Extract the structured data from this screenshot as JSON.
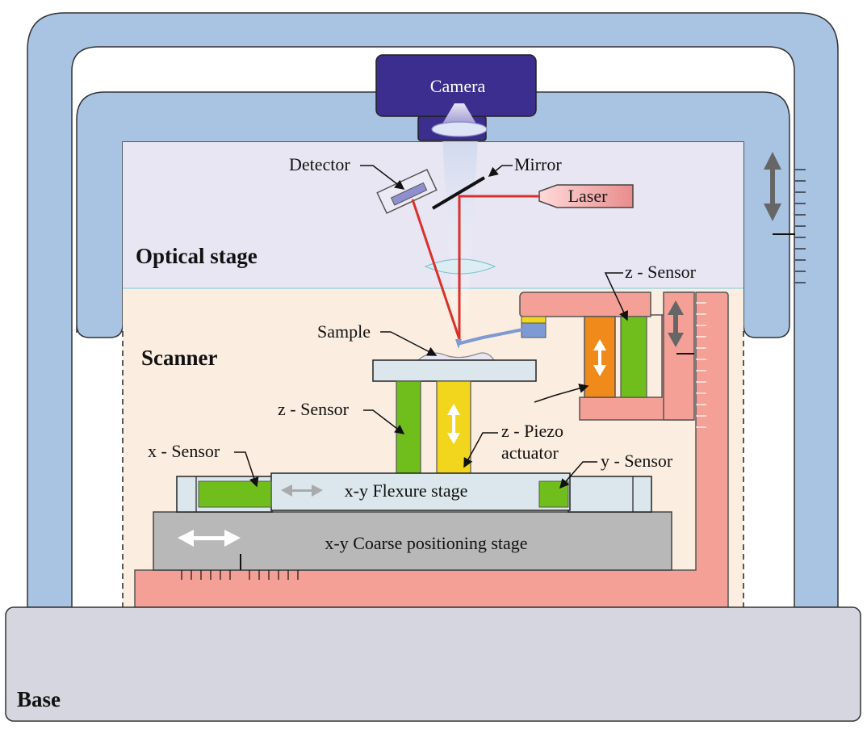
{
  "labels": {
    "camera": "Camera",
    "detector": "Detector",
    "mirror": "Mirror",
    "laser": "Laser",
    "optical_stage": "Optical stage",
    "z_sensor_top": "z - Sensor",
    "sample": "Sample",
    "scanner": "Scanner",
    "z_sensor_mid": "z - Sensor",
    "z_piezo_line1": "z - Piezo",
    "z_piezo_line2": "actuator",
    "x_sensor": "x - Sensor",
    "y_sensor": "y - Sensor",
    "flexure_stage": "x-y Flexure stage",
    "coarse_stage": "x-y Coarse positioning stage",
    "base": "Base"
  },
  "colors": {
    "frame_blue": "#a9c3e2",
    "optical_bg": "#e9e6f3",
    "scanner_bg": "#fbeee0",
    "camera_purple": "#3b2e8e",
    "laser_red": "#d9302a",
    "salmon": "#f5a097",
    "sensor_green": "#6fbe1c",
    "piezo_yellow": "#f2d61e",
    "piezo_orange": "#f08a1a",
    "base_grey": "#d6d6e0",
    "coarse_grey": "#b8b8b8",
    "flexure_blue": "#dbe7ec"
  }
}
